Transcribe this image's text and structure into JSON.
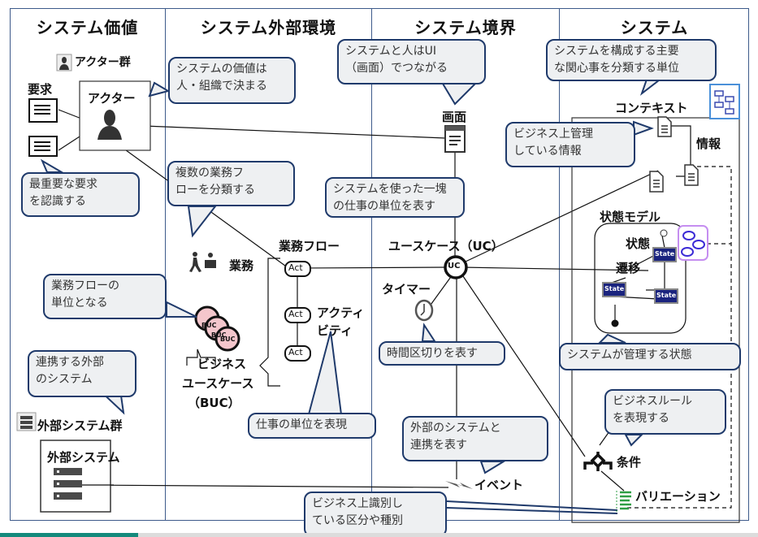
{
  "columns": [
    {
      "title": "システム価値"
    },
    {
      "title": "システム外部環境"
    },
    {
      "title": "システム境界"
    },
    {
      "title": "システム"
    }
  ],
  "labels": {
    "actor_group": "アクター群",
    "actor": "アクター",
    "requirement": "要求",
    "business": "業務",
    "business_flow": "業務フロー",
    "activity_line1": "アクティ",
    "activity_line2": "ビティ",
    "buc_line1": "ビジネス",
    "buc_line2": "ユースケース",
    "buc_line3": "（BUC）",
    "screen": "画面",
    "usecase": "ユースケース（UC）",
    "timer": "タイマー",
    "event": "イベント",
    "context": "コンテキスト",
    "information": "情報",
    "state_model": "状態モデル",
    "state": "状態",
    "transition": "遷移",
    "condition": "条件",
    "variation": "バリエーション",
    "external_system_group": "外部システム群",
    "external_system": "外部システム",
    "act": "Act",
    "buc": "BUC",
    "uc": "UC",
    "state_box": "State"
  },
  "callouts": {
    "value_by_people": "システムの価値は\n人・組織で決まる",
    "recognize_requirements": "最重要な要求\nを認識する",
    "classify_flows": "複数の業務フ\nローを分類する",
    "ui_connects": "システムと人はUI\n（画面）でつながる",
    "uc_unit": "システムを使った一塊\nの仕事の単位を表す",
    "context_unit": "システムを構成する主要\nな関心事を分類する単位",
    "managed_info": "ビジネス上管理\nしている情報",
    "flow_unit": "業務フローの\n単位となる",
    "time_division": "時間区切りを表す",
    "managed_state": "システムが管理する状態",
    "external_systems": "連携する外部\nのシステム",
    "work_unit": "仕事の単位を表現",
    "external_link": "外部のシステムと\n連携を表す",
    "business_rule": "ビジネスルール\nを表現する",
    "classification": "ビジネス上識別し\nている区分や種別"
  },
  "colors": {
    "frame": "#3d5a8a",
    "callout_border": "#1f3a6b",
    "callout_fill": "#eef0f2",
    "buc_fill": "#f4c6cc",
    "state_fill": "#1a237e",
    "variation": "#2e9e45",
    "context_icon": "#4a90d9",
    "accent_bar": "#138a7c"
  }
}
